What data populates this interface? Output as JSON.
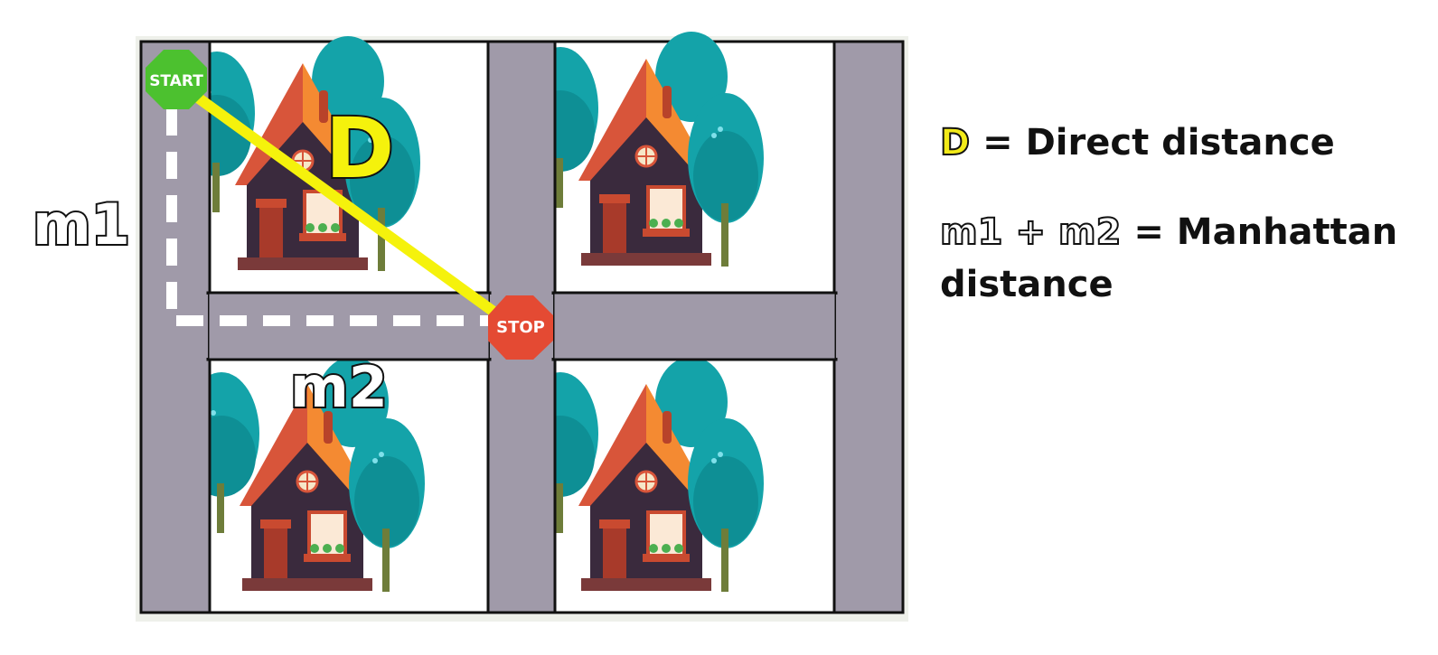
{
  "diagram": {
    "start_sign": "START",
    "stop_sign": "STOP",
    "label_direct": "D",
    "label_m1": "m1",
    "label_m2": "m2"
  },
  "legend": {
    "direct_symbol": "D",
    "direct_text": "= Direct distance",
    "manhattan_m1": "m1",
    "manhattan_plus": "+",
    "manhattan_m2": "m2",
    "manhattan_text_1": "= Manhattan",
    "manhattan_text_2": "distance"
  },
  "colors": {
    "road": "#a09aa9",
    "direct_line": "#f5f20c",
    "start_sign": "#4cc12f",
    "stop_sign": "#e44a33",
    "roof_left": "#d8553a",
    "roof_right": "#f48a32",
    "wall": "#3a2a3d",
    "tree": "#14a3a9",
    "trunk": "#6e7d3a"
  }
}
